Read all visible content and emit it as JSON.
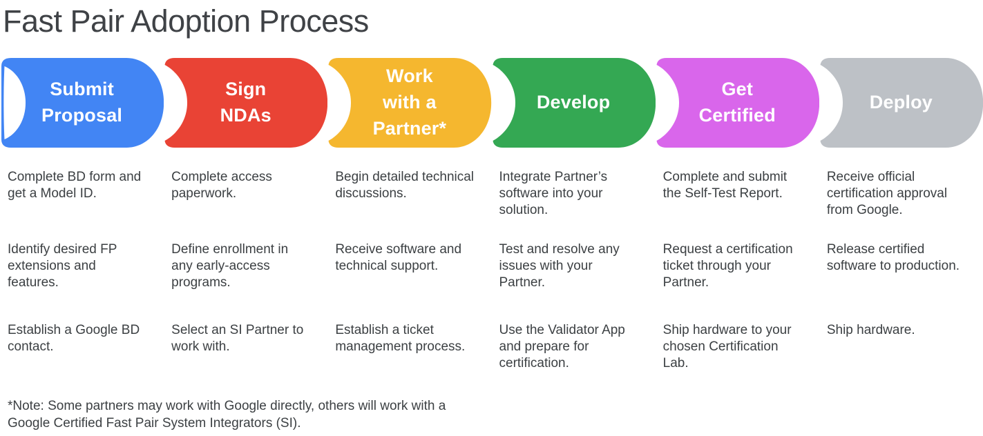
{
  "title": "Fast Pair Adoption Process",
  "colors": {
    "background": "#FFFFFF",
    "title_text": "#3F4246",
    "body_text": "#3C4043",
    "stage_label_text": "#FFFFFF"
  },
  "stages": [
    {
      "label": "Submit\nProposal",
      "color": "#4285F4",
      "items": [
        "Complete BD form and get a Model ID.",
        "Identify desired FP extensions and features.",
        "Establish a Google BD contact."
      ]
    },
    {
      "label": "Sign\nNDAs",
      "color": "#E94335",
      "items": [
        "Complete access paperwork.",
        "Define enrollment in any early-access programs.",
        "Select an SI Partner to work with."
      ]
    },
    {
      "label": "Work\nwith a\nPartner*",
      "color": "#F5B72F",
      "items": [
        "Begin detailed technical discussions.",
        "Receive software and technical support.",
        "Establish a ticket management process."
      ]
    },
    {
      "label": "Develop",
      "color": "#34A853",
      "items": [
        "Integrate Partner’s software into your solution.",
        "Test and resolve any issues with your Partner.",
        "Use the Validator App and prepare for certification."
      ]
    },
    {
      "label": "Get\nCertified",
      "color": "#D966EB",
      "items": [
        "Complete and submit the Self-Test Report.",
        "Request a certification ticket through your Partner.",
        "Ship hardware to your chosen Certification Lab."
      ]
    },
    {
      "label": "Deploy",
      "color": "#BDC1C6",
      "items": [
        "Receive official certification approval from Google.",
        "Release certified software to production.",
        "Ship hardware."
      ]
    }
  ],
  "note": "*Note: Some partners may work with Google directly, others will work with a Google Certified Fast Pair System Integrators (SI)."
}
